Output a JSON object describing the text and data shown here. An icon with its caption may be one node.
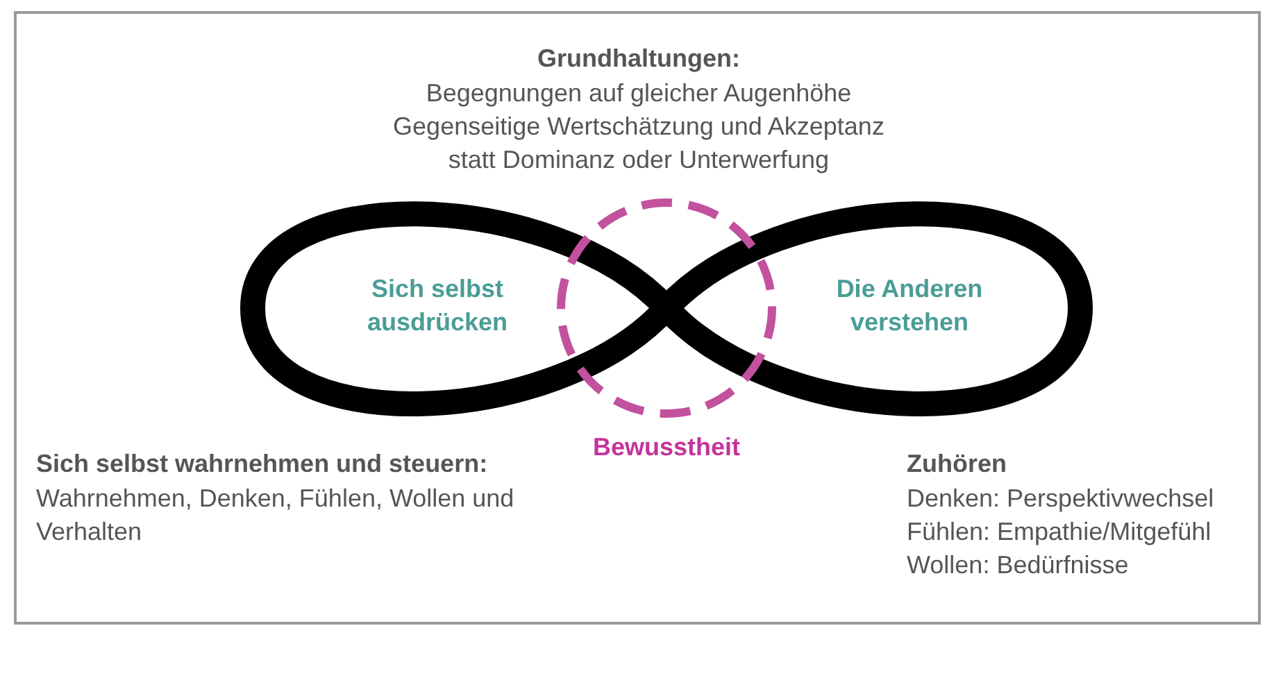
{
  "diagram": {
    "nodes": [
      {
        "text": [
          "Sich selbst ausdrücken"
        ]
      },
      {
        "text": [
          "Die Anderen verstehen"
        ]
      },
      {
        "text": [],
        "shape": "circle",
        "beside": [
          "Bewusstheit"
        ]
      }
    ],
    "edges": [],
    "labels": [
      "Grundhaltungen:",
      "Begegnungen auf gleicher Augenhöhe",
      "Gegenseitige Wertschätzung und Akzeptanz",
      "statt Dominanz oder Unterwerfung",
      "Sich selbst wahrnehmen und steuern:",
      "Wahrnehmen, Denken, Fühlen, Wollen und Verhalten",
      "Zuhören",
      "Denken: Perspektivwechsel",
      "Fühlen: Empathie/Mitgefühl",
      "Wollen: Bedürfnisse"
    ]
  }
}
